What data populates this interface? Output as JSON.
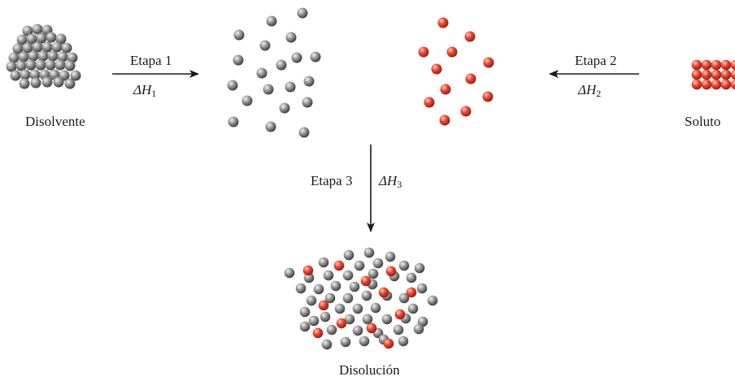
{
  "labels": {
    "solvent": "Disolvente",
    "solute": "Soluto",
    "solution": "Disolución"
  },
  "steps": [
    {
      "name": "Etapa 1",
      "delta": "ΔH",
      "subscript": "1"
    },
    {
      "name": "Etapa 2",
      "delta": "ΔH",
      "subscript": "2"
    },
    {
      "name": "Etapa 3",
      "delta": "ΔH",
      "subscript": "3"
    }
  ],
  "colors": {
    "solvent_particle": "#8a8a8a",
    "solute_particle": "#e8402e",
    "arrow": "#1a1a1a"
  }
}
